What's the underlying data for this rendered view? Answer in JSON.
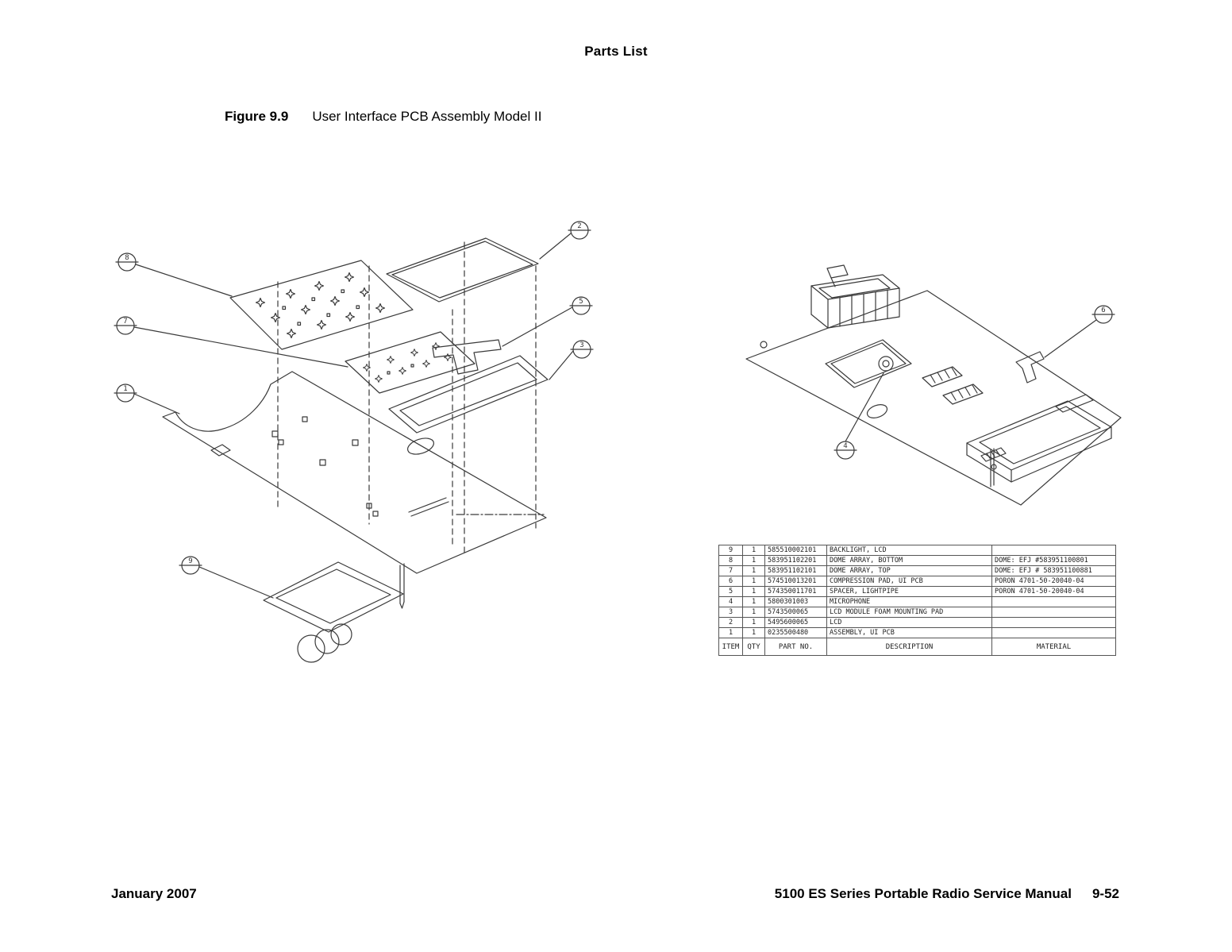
{
  "page": {
    "header": "Parts List",
    "figure": {
      "label": "Figure 9.9",
      "title": "User Interface PCB Assembly Model II"
    },
    "footer": {
      "left": "January 2007",
      "right": "5100 ES Series Portable Radio Service Manual",
      "page_number": "9-52"
    }
  },
  "callouts": {
    "left": [
      "8",
      "7",
      "1",
      "2",
      "5",
      "3",
      "9"
    ],
    "right": [
      "6",
      "4"
    ]
  },
  "parts_table": {
    "headers": [
      "ITEM",
      "QTY",
      "PART NO.",
      "DESCRIPTION",
      "MATERIAL"
    ],
    "rows": [
      {
        "item": "9",
        "qty": "1",
        "part_no": "585510002101",
        "description": "BACKLIGHT, LCD",
        "material": ""
      },
      {
        "item": "8",
        "qty": "1",
        "part_no": "583951102201",
        "description": "DOME ARRAY, BOTTOM",
        "material": "DOME: EFJ #583951100801"
      },
      {
        "item": "7",
        "qty": "1",
        "part_no": "583951102101",
        "description": "DOME ARRAY, TOP",
        "material": "DOME: EFJ # 583951100881"
      },
      {
        "item": "6",
        "qty": "1",
        "part_no": "574510013201",
        "description": "COMPRESSION PAD, UI PCB",
        "material": "PORON 4701-50-20040-04"
      },
      {
        "item": "5",
        "qty": "1",
        "part_no": "574350011701",
        "description": "SPACER, LIGHTPIPE",
        "material": "PORON 4701-50-20040-04"
      },
      {
        "item": "4",
        "qty": "1",
        "part_no": "5800301003",
        "description": "MICROPHONE",
        "material": ""
      },
      {
        "item": "3",
        "qty": "1",
        "part_no": "5743500065",
        "description": "LCD MODULE FOAM MOUNTING PAD",
        "material": ""
      },
      {
        "item": "2",
        "qty": "1",
        "part_no": "5495600065",
        "description": "LCD",
        "material": ""
      },
      {
        "item": "1",
        "qty": "1",
        "part_no": "0235500480",
        "description": "ASSEMBLY, UI PCB",
        "material": ""
      }
    ]
  }
}
